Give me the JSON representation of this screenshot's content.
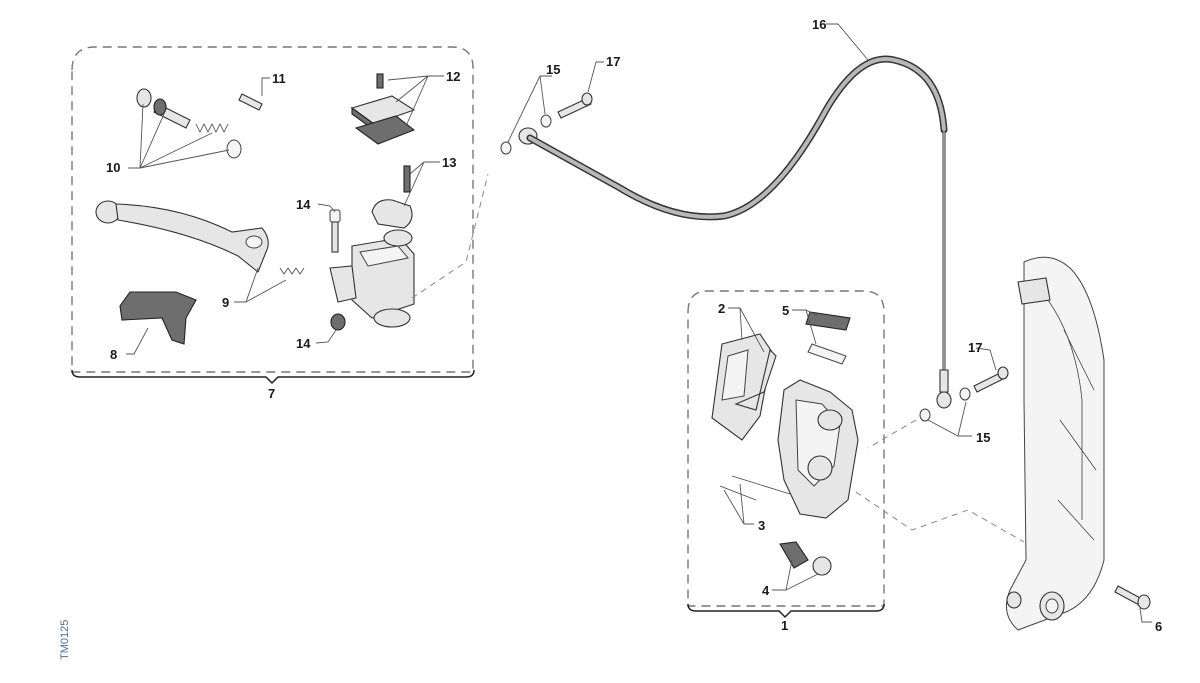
{
  "diagram": {
    "reference": "TM0125",
    "callouts": {
      "c1": "1",
      "c2": "2",
      "c3": "3",
      "c4": "4",
      "c5": "5",
      "c6": "6",
      "c7": "7",
      "c8": "8",
      "c9": "9",
      "c10": "10",
      "c11": "11",
      "c12": "12",
      "c13": "13",
      "c14a": "14",
      "c14b": "14",
      "c15a": "15",
      "c15b": "15",
      "c16": "16",
      "c17a": "17",
      "c17b": "17"
    },
    "colors": {
      "line": "#333333",
      "fill": "#e6e6e6",
      "dark": "#6e6e6e",
      "reference": "#4a6fa5"
    }
  }
}
